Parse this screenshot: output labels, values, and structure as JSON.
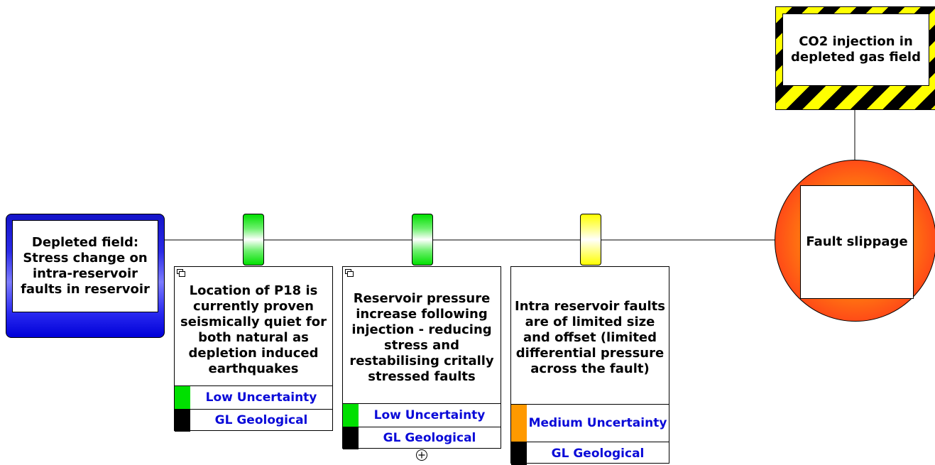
{
  "threat": {
    "label": "Depleted field: Stress change on intra-reservoir faults in reservoir"
  },
  "hazard": {
    "label": "CO2 injection in depleted gas field"
  },
  "top_event": {
    "label": "Fault slippage"
  },
  "barriers": [
    {
      "tab_color": "green",
      "label": "Location of P18 is currently proven seismically quiet for both natural as depletion induced earthquakes",
      "uncertainty": {
        "label": "Low Uncertainty",
        "color": "#00e000"
      },
      "category": {
        "label": "GL Geological",
        "color": "#000000"
      }
    },
    {
      "tab_color": "green",
      "label": "Reservoir pressure increase following injection - reducing stress and restabilising critally stressed faults",
      "uncertainty": {
        "label": "Low Uncertainty",
        "color": "#00e000"
      },
      "category": {
        "label": "GL Geological",
        "color": "#000000"
      }
    },
    {
      "tab_color": "yellow",
      "label": "Intra reservoir faults are of limited size and offset (limited differential pressure across the fault)",
      "uncertainty": {
        "label": "Medium Uncertainty",
        "color": "#ff9900"
      },
      "category": {
        "label": "GL Geological",
        "color": "#000000"
      }
    }
  ],
  "icons": {
    "linked_window": "linked-window-icon",
    "expand": "expand-plus-icon"
  }
}
